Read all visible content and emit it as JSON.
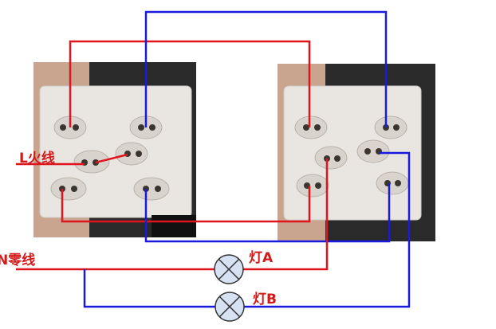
{
  "labels": {
    "live": "L火线",
    "neutral": "N零线",
    "lamp_a": "灯A",
    "lamp_b": "灯B"
  },
  "colors": {
    "live_wire": "#e0141c",
    "switch_wire": "#1a1adc",
    "lamp_fill": "#d6e2f2",
    "label": "#d11a1a"
  }
}
